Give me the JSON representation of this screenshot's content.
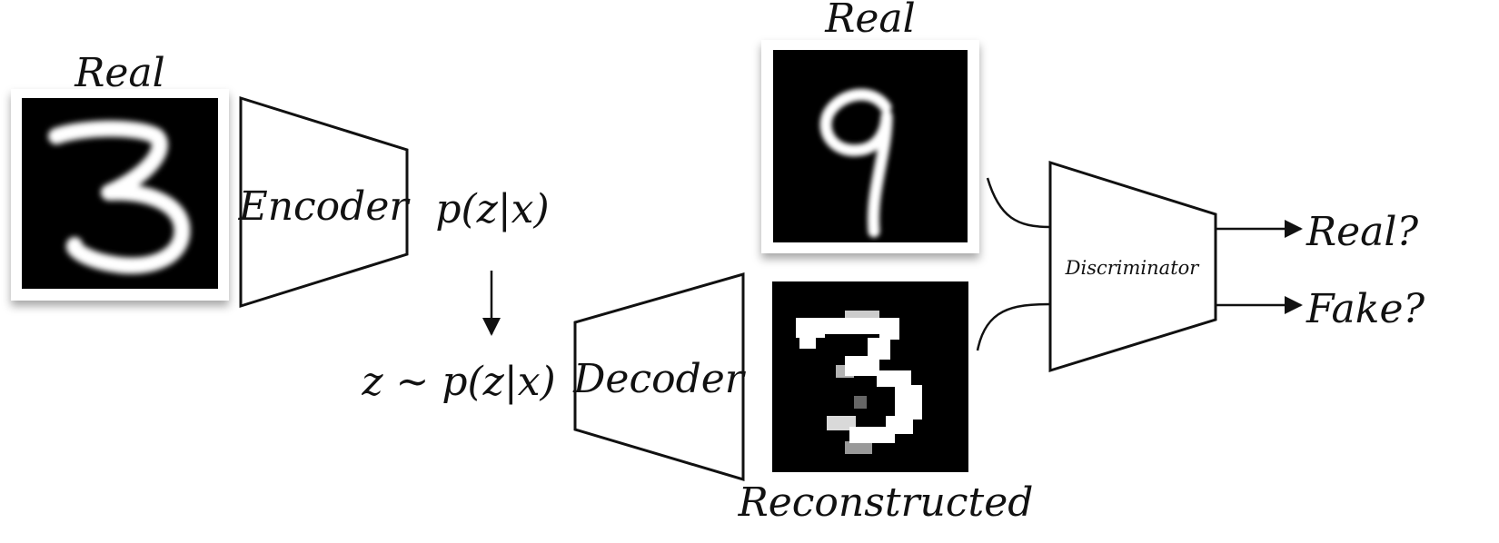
{
  "labels": {
    "real_input": "Real",
    "real_top": "Real",
    "reconstructed": "Reconstructed",
    "encoder": "Encoder",
    "decoder": "Decoder",
    "discriminator": "Discriminator",
    "posterior": "p(z|x)",
    "sample": "z ~ p(z|x)",
    "out_real": "Real?",
    "out_fake": "Fake?"
  },
  "images": {
    "input_digit": "3",
    "real_digit": "9",
    "reconstructed_digit": "3"
  },
  "colors": {
    "ink": "#111111",
    "image_bg": "#000000",
    "digit": "#ffffff"
  }
}
